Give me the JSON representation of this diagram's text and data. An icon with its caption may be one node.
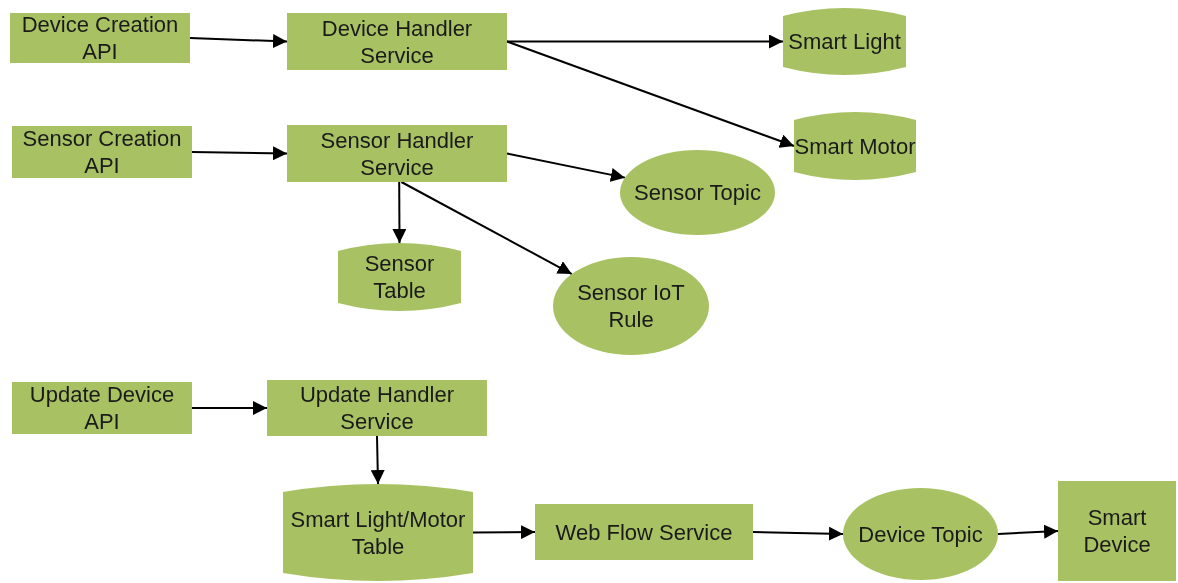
{
  "diagram": {
    "nodes": [
      {
        "text": [
          "Device Creation API"
        ]
      },
      {
        "text": [
          "Device Handler Service"
        ]
      },
      {
        "text": [
          "Smart Light"
        ]
      },
      {
        "text": [
          "Smart Motor"
        ]
      },
      {
        "text": [
          "Sensor Creation API"
        ]
      },
      {
        "text": [
          "Sensor Handler Service"
        ]
      },
      {
        "text": [
          "Sensor Topic"
        ]
      },
      {
        "text": [
          "Sensor Table"
        ]
      },
      {
        "text": [
          "Sensor IoT Rule"
        ]
      },
      {
        "text": [
          "Update Device API"
        ]
      },
      {
        "text": [
          "Update Handler Service"
        ]
      },
      {
        "text": [
          "Smart Light/Motor Table"
        ]
      },
      {
        "text": [
          "Web Flow Service"
        ]
      },
      {
        "text": [
          "Device Topic"
        ]
      },
      {
        "text": [
          "Smart Device"
        ]
      }
    ],
    "edges": [
      {
        "from": 0,
        "to": 1,
        "arrow": "to"
      },
      {
        "from": 1,
        "to": 2,
        "arrow": "to"
      },
      {
        "from": 1,
        "to": 3,
        "arrow": "to"
      },
      {
        "from": 4,
        "to": 5,
        "arrow": "to"
      },
      {
        "from": 5,
        "to": 6,
        "arrow": "to"
      },
      {
        "from": 5,
        "to": 7,
        "arrow": "to"
      },
      {
        "from": 5,
        "to": 8,
        "arrow": "to"
      },
      {
        "from": 9,
        "to": 10,
        "arrow": "to"
      },
      {
        "from": 10,
        "to": 11,
        "arrow": "to"
      },
      {
        "from": 11,
        "to": 12,
        "arrow": "to"
      },
      {
        "from": 12,
        "to": 13,
        "arrow": "to"
      },
      {
        "from": 13,
        "to": 14,
        "arrow": "to"
      }
    ]
  }
}
